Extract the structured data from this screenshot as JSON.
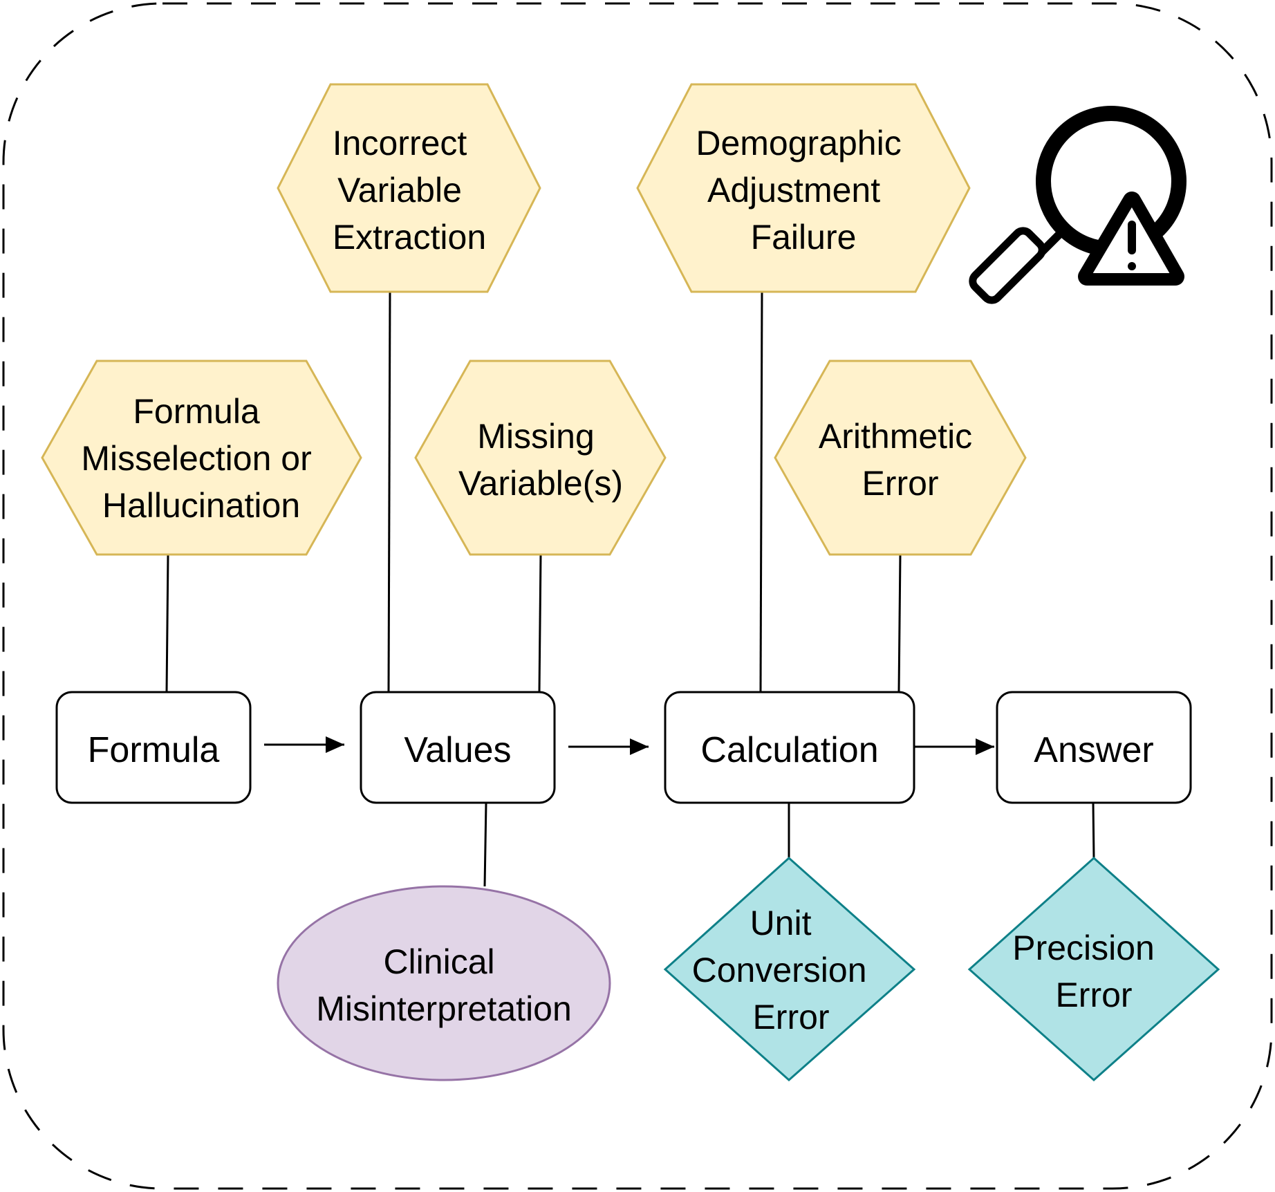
{
  "colors": {
    "hexagon_fill": "#fff2cc",
    "hexagon_stroke": "#d6b656",
    "ellipse_fill": "#e1d5e7",
    "ellipse_stroke": "#9673a6",
    "diamond_fill": "#b0e3e6",
    "diamond_stroke": "#0e8088",
    "box_fill": "#ffffff",
    "line": "#000000"
  },
  "steps": {
    "formula": "Formula",
    "values": "Values",
    "calculation": "Calculation",
    "answer": "Answer"
  },
  "errors": {
    "formula_misselection": [
      "Formula",
      "Misselection or",
      "Hallucination"
    ],
    "incorrect_variable_extraction": [
      "Incorrect",
      "Variable",
      "Extraction"
    ],
    "missing_variables": [
      "Missing",
      "Variable(s)"
    ],
    "demographic_adjustment_failure": [
      "Demographic",
      "Adjustment",
      "Failure"
    ],
    "arithmetic_error": [
      "Arithmetic",
      "Error"
    ],
    "clinical_misinterpretation": [
      "Clinical",
      "Misinterpretation"
    ],
    "unit_conversion_error": [
      "Unit",
      "Conversion",
      "Error"
    ],
    "precision_error": [
      "Precision",
      "Error"
    ]
  },
  "icons": {
    "corner_icon": "magnifier-warning-icon"
  }
}
